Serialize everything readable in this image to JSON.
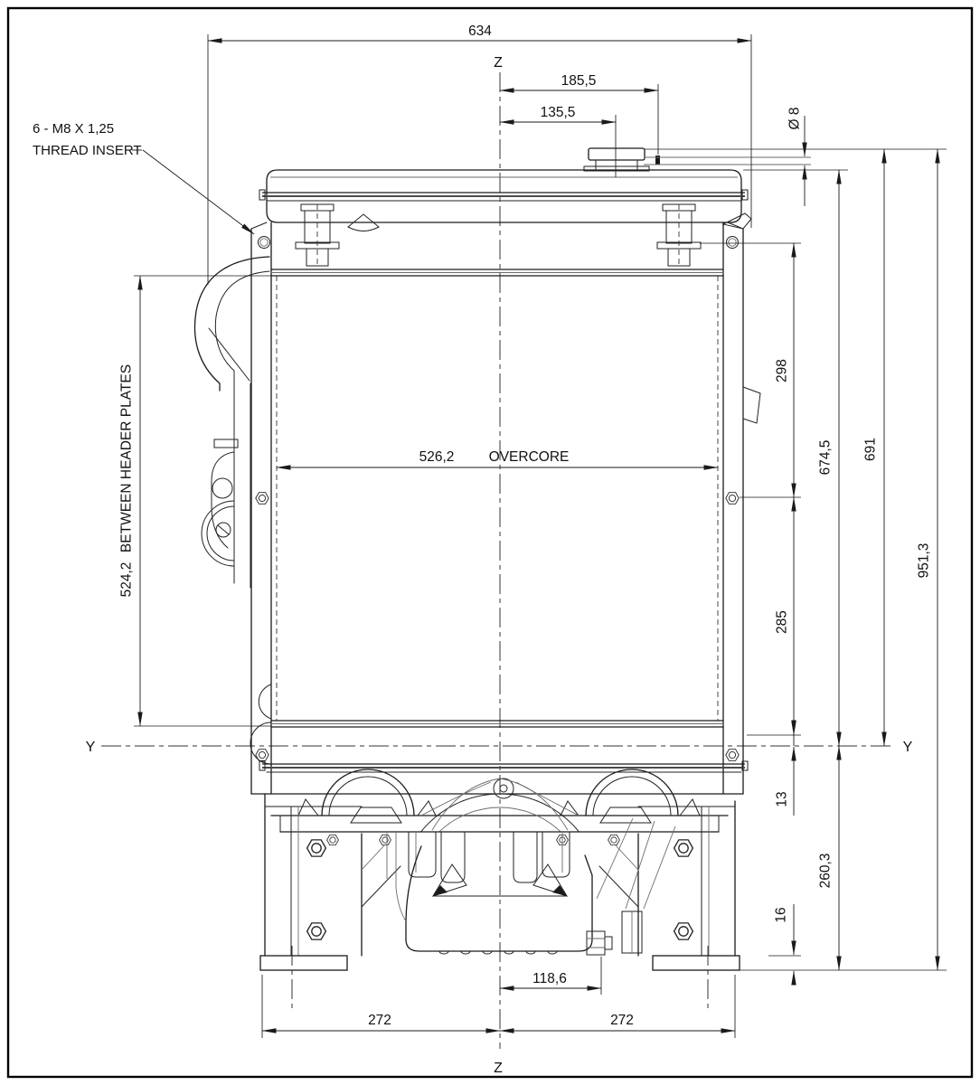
{
  "meta": {
    "kind": "engineering-drawing",
    "ink": "#1a1a1a",
    "paper": "#ffffff"
  },
  "callout": {
    "line1": "6 - M8 X 1,25",
    "line2": "THREAD INSERT"
  },
  "axes": {
    "z_top": "Z",
    "z_bottom": "Z",
    "y_left": "Y",
    "y_right": "Y"
  },
  "dims": {
    "overall_width": "634",
    "cap_hole_offset": "185,5",
    "cap_offset": "135,5",
    "hole_dia": "Ø 8",
    "upper_core_span": "298",
    "header_to_y": "674,5",
    "cap_seat_to_y": "691",
    "overall_height": "951,3",
    "lower_core_span": "285",
    "y_to_frame": "13",
    "y_to_base": "260,3",
    "pad_thickness": "16",
    "between_header_plates": "524,2",
    "between_header_plates_label": "BETWEEN HEADER PLATES",
    "overcore": "526,2",
    "overcore_label": "OVERCORE",
    "drain_offset": "118,6",
    "foot_span_left": "272",
    "foot_span_right": "272"
  }
}
